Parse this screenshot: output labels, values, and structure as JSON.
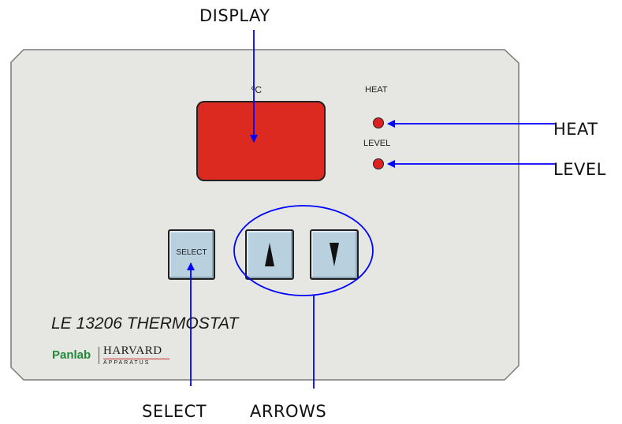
{
  "callouts": {
    "display": "DISPLAY",
    "heat": "HEAT",
    "level": "LEVEL",
    "select": "SELECT",
    "arrows": "ARROWS"
  },
  "panel": {
    "unit": "ºC",
    "heat_label": "HEAT",
    "level_label": "LEVEL",
    "select_button": "SELECT",
    "model": "LE  13206 THERMOSTAT",
    "brand_panlab": "Panlab",
    "brand_harvard": "HARVARD",
    "brand_apparatus": "APPARATUS"
  },
  "colors": {
    "panel_bg": "#e6e6e3",
    "display_red": "#dc2a20",
    "led_red": "#e02020",
    "button_blue": "#b9d0df",
    "callout_blue": "#0000ff",
    "panlab_green": "#1f8a3a"
  },
  "icons": {
    "up": "arrow-up-icon",
    "down": "arrow-down-icon"
  }
}
